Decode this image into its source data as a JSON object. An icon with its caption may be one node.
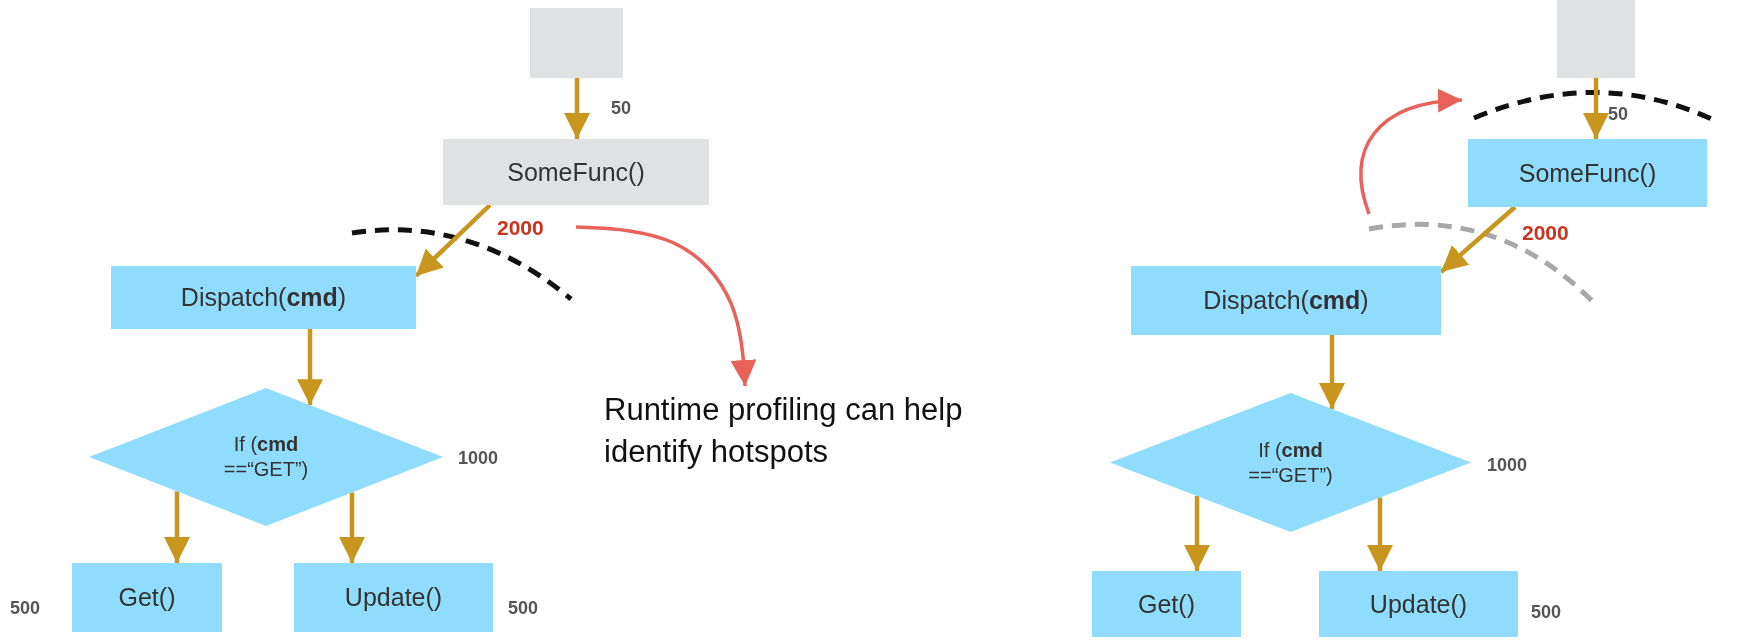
{
  "diagram": {
    "nodes": [
      {
        "text": [],
        "shape": "box"
      },
      {
        "text": [
          "SomeFunc()"
        ]
      },
      {
        "text": [
          "Dispatch(**cmd**)"
        ]
      },
      {
        "text": [
          "If (**cmd** ==“GET”)"
        ],
        "beside": [
          "1000"
        ]
      },
      {
        "text": [
          "Get()"
        ],
        "beside": [
          "500"
        ]
      },
      {
        "text": [
          "Update()"
        ],
        "beside": [
          "500"
        ]
      },
      {
        "text": [
          "Runtime profiling can help identify hotspots"
        ]
      },
      {
        "text": [],
        "shape": "box"
      },
      {
        "text": [
          "SomeFunc()"
        ]
      },
      {
        "text": [
          "Dispatch(**cmd**)"
        ]
      },
      {
        "text": [
          "If (**cmd** ==“GET”)"
        ],
        "beside": [
          "1000"
        ]
      },
      {
        "text": [
          "Get()"
        ]
      },
      {
        "text": [
          "Update()"
        ],
        "beside": [
          "500"
        ]
      }
    ],
    "edges": [
      {
        "from": 0,
        "to": 1,
        "arrow": "to",
        "label": "50"
      },
      {
        "from": 1,
        "to": 2,
        "arrow": "to",
        "label": "2000"
      },
      {
        "from": 2,
        "to": 3,
        "arrow": "to"
      },
      {
        "from": 3,
        "to": 4,
        "arrow": "to"
      },
      {
        "from": 3,
        "to": 5,
        "arrow": "to"
      },
      {
        "from": null,
        "to": 6,
        "arrow": "to",
        "color": "#e8625a"
      },
      {
        "from": 7,
        "to": 8,
        "arrow": "to",
        "label": "50"
      },
      {
        "from": 8,
        "to": 9,
        "arrow": "to",
        "label": "2000"
      },
      {
        "from": 9,
        "to": 10,
        "arrow": "to"
      },
      {
        "from": 10,
        "to": 11,
        "arrow": "to"
      },
      {
        "from": 10,
        "to": 12,
        "arrow": "to"
      }
    ]
  }
}
